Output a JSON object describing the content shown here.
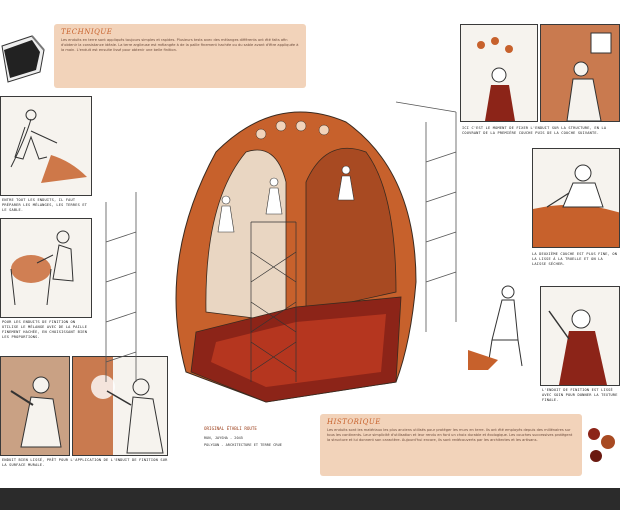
{
  "technique": {
    "title": "TECHNIQUE",
    "body": "Les enduits en terre sont appliqués toujours simples et rapides. Plusieurs tests avec des mélanges différents ont été faits afin d'obtenir la consistance idéale. La terre argileuse est mélangée à de la paille finement hachée ou du sable avant d'être appliquée à la main. L'enduit est ensuite lissé pour obtenir une belle finition."
  },
  "historique": {
    "title": "HISTORIQUE",
    "body": "Les enduits sont les matériaux les plus anciens utilisés pour protéger les murs en terre. Ils ont été employés depuis des millénaires sur tous les continents. Leur simplicité d'utilisation et leur rendu en font un choix durable et écologique. Les couches successives protègent la structure et lui donnent son caractère. Aujourd'hui encore, ils sont redécouverts par les architectes et les artisans."
  },
  "legend": {
    "title": "ORIGINAL ÉTABLI ROUTE",
    "line1": "RUN, JAYSHA - 2045",
    "line2": "POLYGON - ARCHITECTURE ET TERRE CRUE"
  },
  "captions": {
    "left1": "ENTRE TOUT LES ENDUITS, IL FAUT PRÉPARER LES MÉLANGES, LES TERRES ET LE SABLE.",
    "left2": "POUR LES ENDUITS DE FINITION ON UTILISE LE MÉLANGE AVEC DE LA PAILLE FINEMENT HACHÉE, EN CHOISISSANT BIEN LES PROPORTIONS.",
    "left3": "ENDUIT BIEN LISSÉ, PRÊT POUR L'APPLICATION DE L'ENDUIT DE FINITION SUR LA SURFACE MURALE.",
    "right1": "ICI C'EST LE MOMENT DE FIXER L'ENDUIT SUR LA STRUCTURE, EN LA COUVRANT DE LA PREMIÈRE COUCHE PUIS DE LA COUCHE SUIVANTE.",
    "right2": "LA DEUXIÈME COUCHE EST PLUS FINE, ON LA LISSE À LA TRUELLE ET ON LA LAISSE SÉCHER.",
    "right3": "L'ENDUIT DE FINITION EST LISSÉ AVEC SOIN POUR DONNER LA TEXTURE FINALE."
  },
  "colors": {
    "terracotta": "#c7612c",
    "dark_red": "#8c2418",
    "panel_bg": "#f2d3ba",
    "ink": "#2b2b2b"
  }
}
